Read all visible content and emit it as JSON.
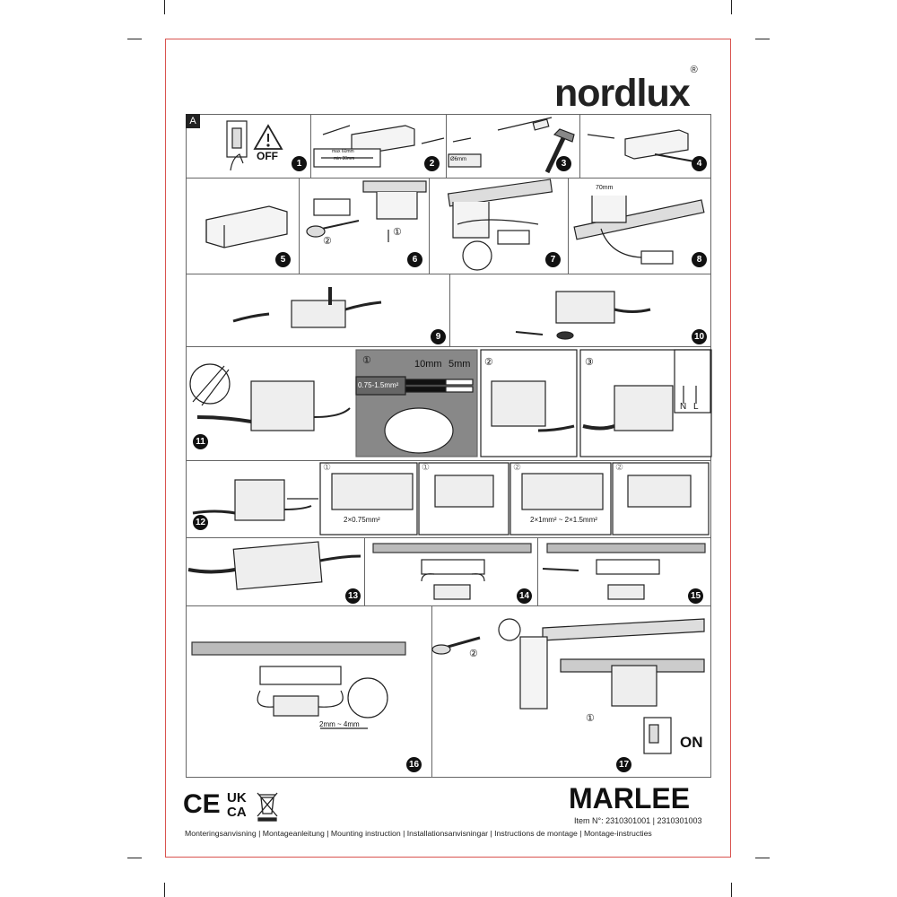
{
  "brand": {
    "logo": "nordlux",
    "registered": "®"
  },
  "section_label": "A",
  "steps": [
    "1",
    "2",
    "3",
    "4",
    "5",
    "6",
    "7",
    "8",
    "9",
    "10",
    "11",
    "12",
    "13",
    "14",
    "15",
    "16",
    "17"
  ],
  "step1": {
    "switch_text": "OFF"
  },
  "step2": {
    "label_max": "max 60mm",
    "label_min": "min 30mm"
  },
  "step3": {
    "drill": "Ø6mm"
  },
  "step6": {
    "mark1": "①",
    "mark2": "②"
  },
  "step8": {
    "dim": "70mm"
  },
  "step11": {
    "mark1": "①",
    "mark2": "②",
    "mark3": "③",
    "strip_a": "10mm",
    "strip_b": "5mm",
    "wire_size": "0.75-1.5mm²",
    "n": "N",
    "l": "L"
  },
  "step12": {
    "m1a": "①",
    "m1b": "①",
    "m2a": "②",
    "m2b": "②",
    "wire_a": "2×0.75mm²",
    "wire_b": "2×1mm² ~ 2×1.5mm²"
  },
  "step16": {
    "gap": "2mm ~ 4mm"
  },
  "step17": {
    "mark1": "①",
    "mark2": "②",
    "switch_text": "ON"
  },
  "certs": {
    "ce": "CE",
    "ukca_top": "UK",
    "ukca_bottom": "CA"
  },
  "product": {
    "name": "MARLEE",
    "item": "Item N°: 2310301001 | 2310301003",
    "languages": "Monteringsanvisning | Montageanleitung | Mounting instruction | Installationsanvisningar | Instructions de montage | Montage-instructies"
  }
}
